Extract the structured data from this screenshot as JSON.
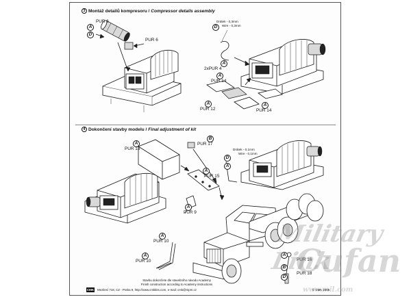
{
  "section3": {
    "number": "3",
    "title_cz": "Montáž detailů kompresoru /",
    "title_en": "Compressor details assembly",
    "left": {
      "pur6_top": "PUR 6",
      "pur6_side": "PUR 6",
      "badge_a": "A",
      "badge_d": "D"
    },
    "right": {
      "wire_cz": "Drátek - 0,3mm",
      "wire_en": "Wire - 0,3mm",
      "pur4": "2xPUR 4",
      "pur14_top": "PUR 14",
      "pur12": "PUR 12",
      "pur14_bottom": "PUR 14",
      "badge_d": "D",
      "badge_a1": "A",
      "badge_a2": "A",
      "badge_a3": "A",
      "badge_a4": "A"
    }
  },
  "section4": {
    "number": "4",
    "title_cz": "Dokončení stavby modelu /",
    "title_en": "Final adjustment of kit",
    "pur13": "PUR 13",
    "pur17": "PUR 17",
    "pur15": "PUR 15",
    "pur9": "PUR 9",
    "pur10_upper": "PUR 10",
    "pur10_lower": "PUR 10",
    "pur16": "PUR 16",
    "pur18": "PUR 18",
    "wire_cz": "Drátek - 0,1mm",
    "wire_en": "Wire - 0,1mm",
    "badge_a_pur13": "A",
    "badge_b_pur17": "B",
    "badge_a_pur15": "A",
    "badge_a_pur9": "A",
    "badge_a_pur10u": "A",
    "badge_a_pur10l": "A",
    "badge_d_right": "D",
    "badge_a_right": "A",
    "badge_a_pur16": "A",
    "badge_b_pur18": "B",
    "badge_d_pur18": "D"
  },
  "footer": {
    "line1": "Stavbu dokončete dle stavebního návodu Academy",
    "line2": "Finish construction according to Academy instructions",
    "address": "Mezilesí 718, CZ - Praha 9,  http://www.cmkkits.com,  e-mail: cmk@mpm.cz",
    "logo": "CMK",
    "copyright": "© CMK 2006"
  },
  "watermark": {
    "line1": "Military Link",
    "line2": "Cufan",
    "line3": "www.mil.com"
  }
}
